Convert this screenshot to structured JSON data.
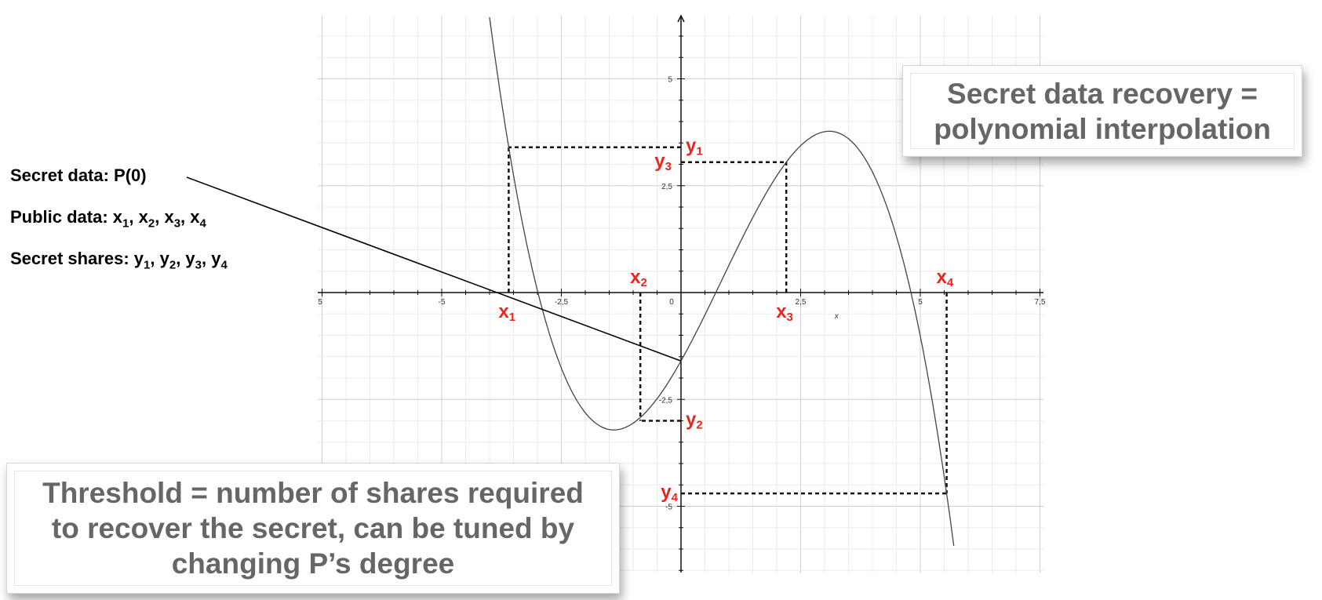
{
  "diagram": {
    "axis": {
      "x_range": [
        -7.5,
        7.5
      ],
      "y_range": [
        -6.5,
        6.5
      ],
      "x_major_ticks": [
        -5,
        -2.5,
        0,
        2.5,
        5,
        7.5
      ],
      "y_major_ticks": [
        5,
        2.5,
        -2.5,
        -5
      ],
      "x_tick_labels": [
        "-5",
        "-2,5",
        "0",
        "2,5",
        "5",
        "7,5"
      ],
      "y_tick_labels": [
        "5",
        "2,5",
        "-2,5",
        "-5"
      ],
      "left_edge_label": "5",
      "x_axis_name": "x"
    },
    "points": [
      {
        "name": "1",
        "x": -3.6,
        "y": 3.4
      },
      {
        "name": "2",
        "x": -0.85,
        "y": -3.0
      },
      {
        "name": "3",
        "x": 2.2,
        "y": 3.05
      },
      {
        "name": "4",
        "x": 5.55,
        "y": -4.7
      }
    ],
    "curve": {
      "x_min": -4.0,
      "x_max": 5.7,
      "p0": -1.6
    },
    "point_x_letter": "x",
    "point_y_letter": "y"
  },
  "info": {
    "secret_data": "Secret data: P(0)",
    "public_prefix": "Public data: ",
    "shares_prefix": "Secret shares: ",
    "sub": [
      "1",
      "2",
      "3",
      "4"
    ],
    "x_letter": "x",
    "y_letter": "y"
  },
  "recovery_box": {
    "line1": "Secret data recovery =",
    "line2": "polynomial interpolation"
  },
  "threshold_box": {
    "line1": "Threshold = number of shares required",
    "line2": "to recover the secret, can be tuned by",
    "line3": "changing P’s degree"
  },
  "colors": {
    "red_label": "#e8271e",
    "box_text": "#666666",
    "grid_minor": "#ebebeb",
    "grid_major": "#cfcfcf"
  }
}
